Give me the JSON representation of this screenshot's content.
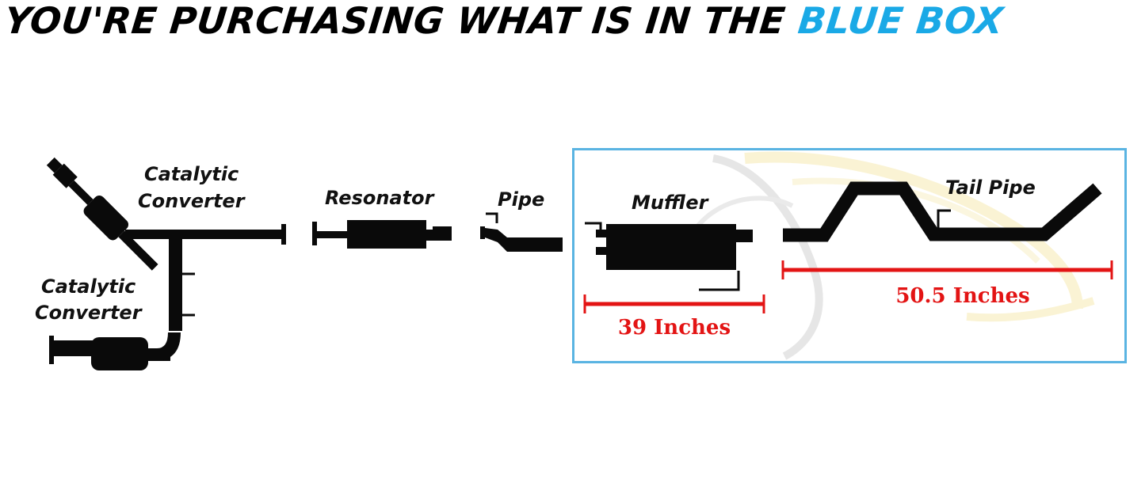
{
  "headline": {
    "text_black": "YOU'RE PURCHASING WHAT IS IN THE",
    "text_blue": "BLUE BOX",
    "blue_color": "#1aa9e6"
  },
  "parts": {
    "cat_upper_1": "Catalytic",
    "cat_upper_2": "Converter",
    "cat_lower_1": "Catalytic",
    "cat_lower_2": "Converter",
    "resonator": "Resonator",
    "pipe": "Pipe",
    "muffler": "Muffler",
    "tail_pipe": "Tail Pipe"
  },
  "measurements": {
    "muffler": "39 Inches",
    "tail_pipe": "50.5 Inches",
    "color": "#e31414"
  },
  "colors": {
    "box_border": "#5ab4e2",
    "parts": "#0a0a0a"
  }
}
